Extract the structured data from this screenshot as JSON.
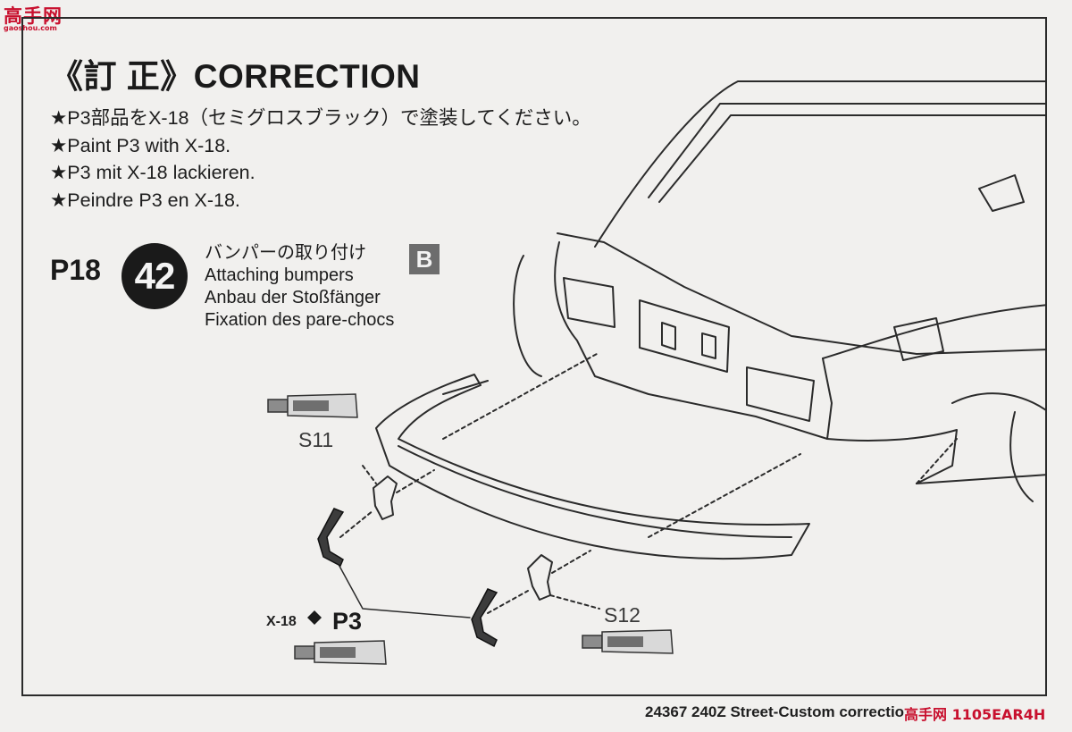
{
  "watermark": {
    "logo": "高手网",
    "url": "gaoshou.com"
  },
  "title": "《訂 正》CORRECTION",
  "notes": [
    "★P3部品をX-18（セミグロスブラック）で塗装してください。",
    "★Paint P3 with X-18.",
    "★P3 mit X-18 lackieren.",
    "★Peindre P3 en X-18."
  ],
  "step": {
    "page_ref": "P18",
    "number": "42",
    "sheet": "B",
    "titles": [
      "バンパーの取り付け",
      "Attaching bumpers",
      "Anbau der Stoßfänger",
      "Fixation des pare-chocs"
    ]
  },
  "parts": {
    "s11": "S11",
    "s12": "S12",
    "p3": "P3",
    "paint_code": "X-18"
  },
  "footer": {
    "text": "24367 240Z Street-Custom correctio",
    "mark": "高手网 1105EAR4H"
  },
  "colors": {
    "ink": "#1c1c1c",
    "sheet_badge": "#6d6d6d",
    "watermark": "#c8102e"
  }
}
